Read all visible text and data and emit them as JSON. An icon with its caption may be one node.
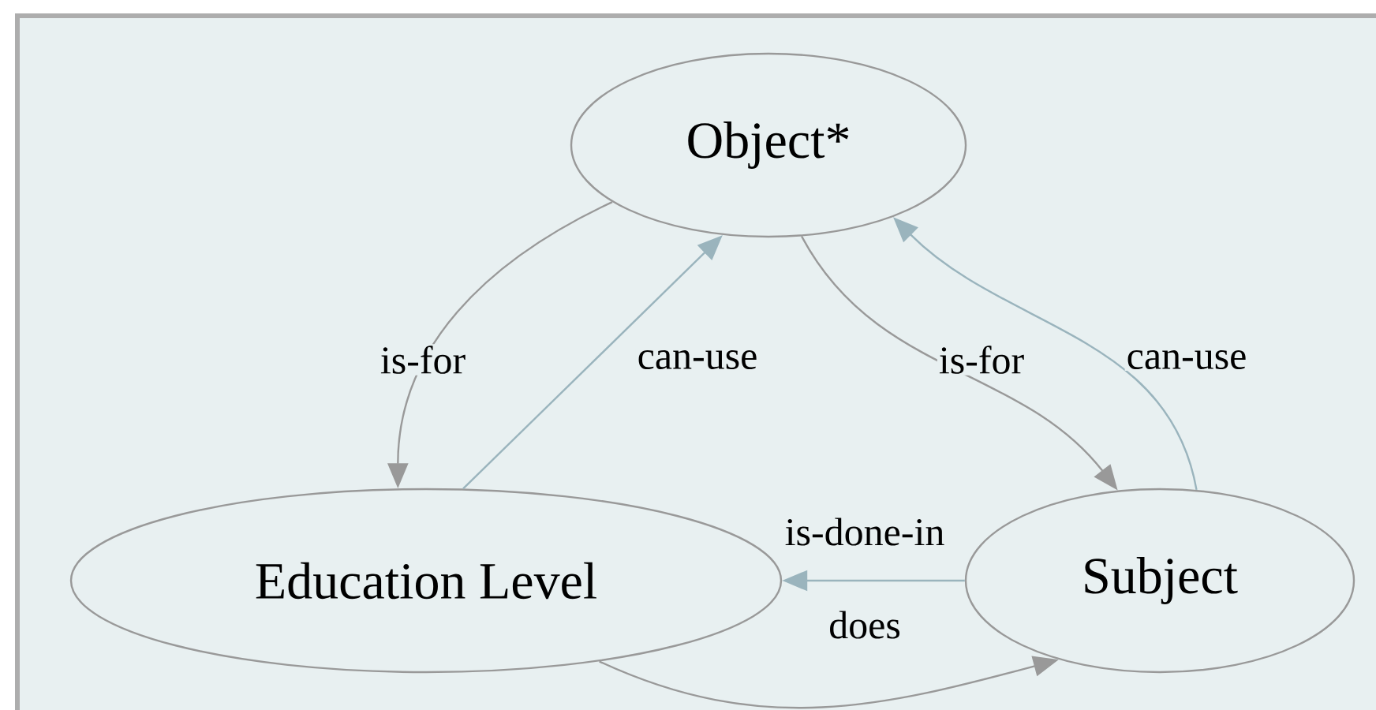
{
  "diagram": {
    "nodes": [
      {
        "text": [
          "Object*"
        ]
      },
      {
        "text": [
          "Education Level"
        ]
      },
      {
        "text": [
          "Subject"
        ]
      }
    ],
    "edges": [
      {
        "from": 0,
        "to": 1,
        "arrow": "to",
        "label": "is-for"
      },
      {
        "from": 1,
        "to": 0,
        "arrow": "to",
        "label": "can-use",
        "color": "#9ab4bd"
      },
      {
        "from": 0,
        "to": 2,
        "arrow": "to",
        "label": "is-for"
      },
      {
        "from": 2,
        "to": 0,
        "arrow": "to",
        "label": "can-use",
        "color": "#9ab4bd"
      },
      {
        "from": 2,
        "to": 1,
        "arrow": "to",
        "label": "is-done-in",
        "color": "#9ab4bd"
      },
      {
        "from": 1,
        "to": 2,
        "arrow": "to",
        "label": "does"
      }
    ]
  }
}
